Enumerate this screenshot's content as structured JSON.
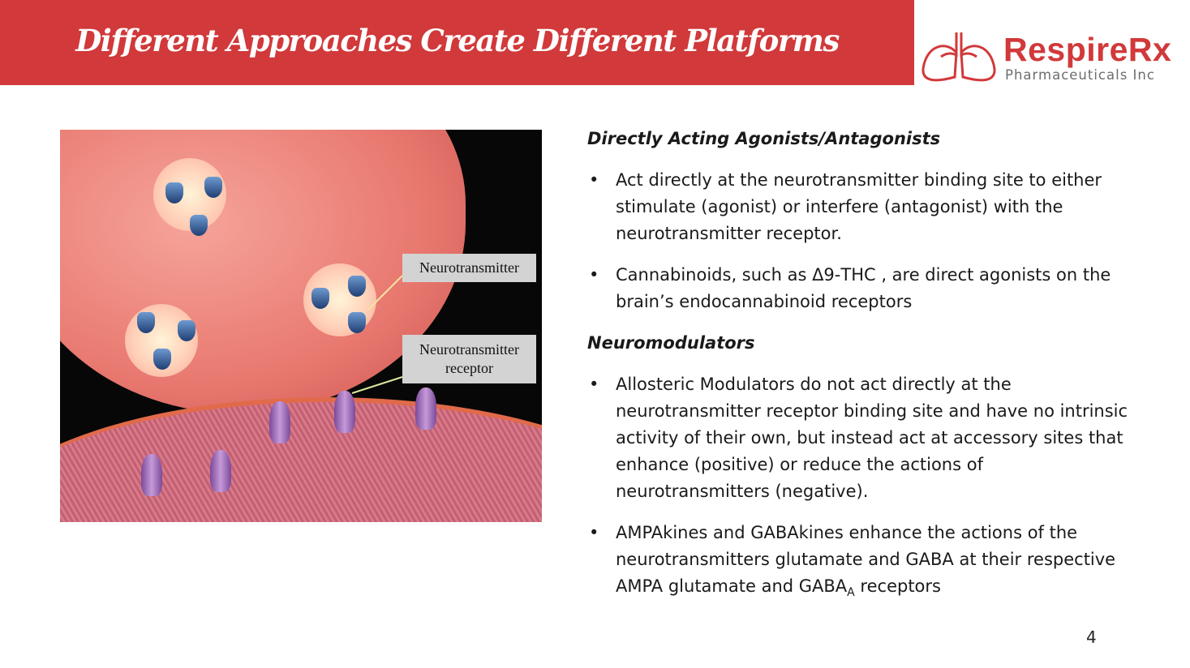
{
  "header": {
    "title": "Different Approaches Create Different Platforms",
    "brand_color": "#d1393a"
  },
  "logo": {
    "name": "RespireRx",
    "subtitle": "Pharmaceuticals Inc"
  },
  "figure": {
    "labels": {
      "neurotransmitter": "Neurotransmitter",
      "receptor_line1": "Neurotransmitter",
      "receptor_line2": "receptor"
    }
  },
  "content": {
    "section1": {
      "heading": "Directly Acting Agonists/Antagonists",
      "bullets": [
        "Act directly at the neurotransmitter binding site to either stimulate (agonist) or interfere (antagonist) with the neurotransmitter receptor.",
        "Cannabinoids, such as Δ9-THC , are direct agonists on the brain’s endocannabinoid receptors"
      ]
    },
    "section2": {
      "heading": "Neuromodulators",
      "bullets": [
        "Allosteric Modulators do not act directly at the neurotransmitter receptor binding site and have no intrinsic activity of their own, but instead act at accessory sites that enhance (positive) or reduce the actions of neurotransmitters (negative).",
        "AMPAkines and GABAkines enhance the actions of the neurotransmitters glutamate and GABA at their respective AMPA glutamate and GABA"
      ],
      "subscript": "A",
      "tail": " receptors"
    }
  },
  "page_number": "4",
  "bullet_char": "•"
}
